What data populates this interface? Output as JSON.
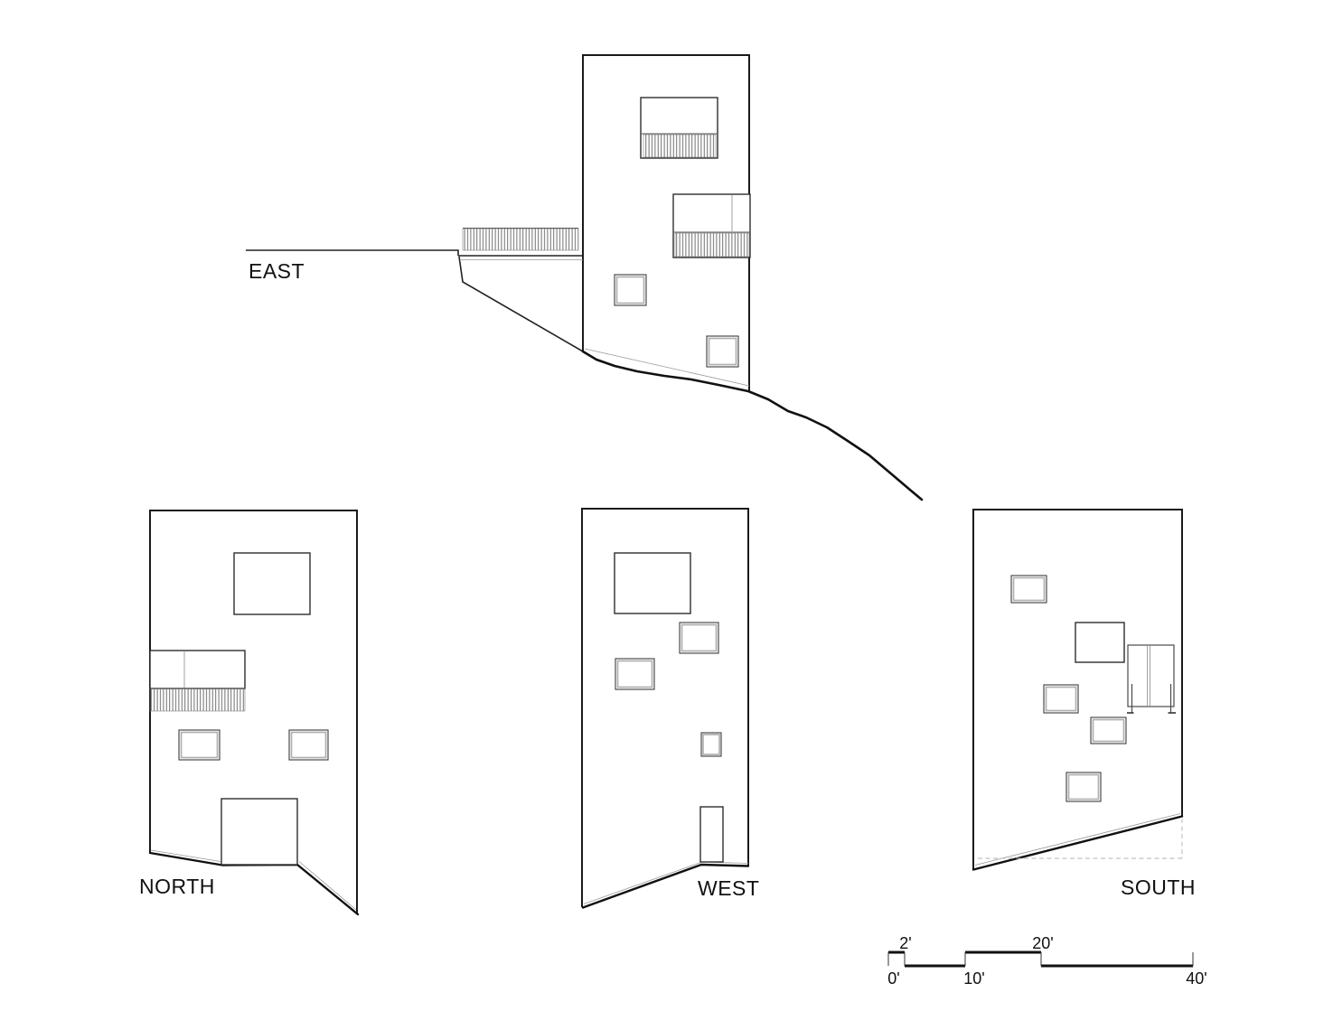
{
  "page": {
    "background": "#ffffff"
  },
  "elevations": {
    "east": {
      "label": "EAST"
    },
    "north": {
      "label": "NORTH"
    },
    "west": {
      "label": "WEST"
    },
    "south": {
      "label": "SOUTH"
    }
  },
  "scale_bar": {
    "ticks": {
      "t0": "0'",
      "t2": "2'",
      "t10": "10'",
      "t20": "20'",
      "t40": "40'"
    }
  },
  "colors": {
    "outline": "#1a1a1a",
    "ground_thick": "#111111",
    "thin_reference": "#999999",
    "hatch": "#606060",
    "window_frame_gray": "#b0b0b0",
    "dashed_reference": "#b3b3b3",
    "text": "#111111"
  }
}
